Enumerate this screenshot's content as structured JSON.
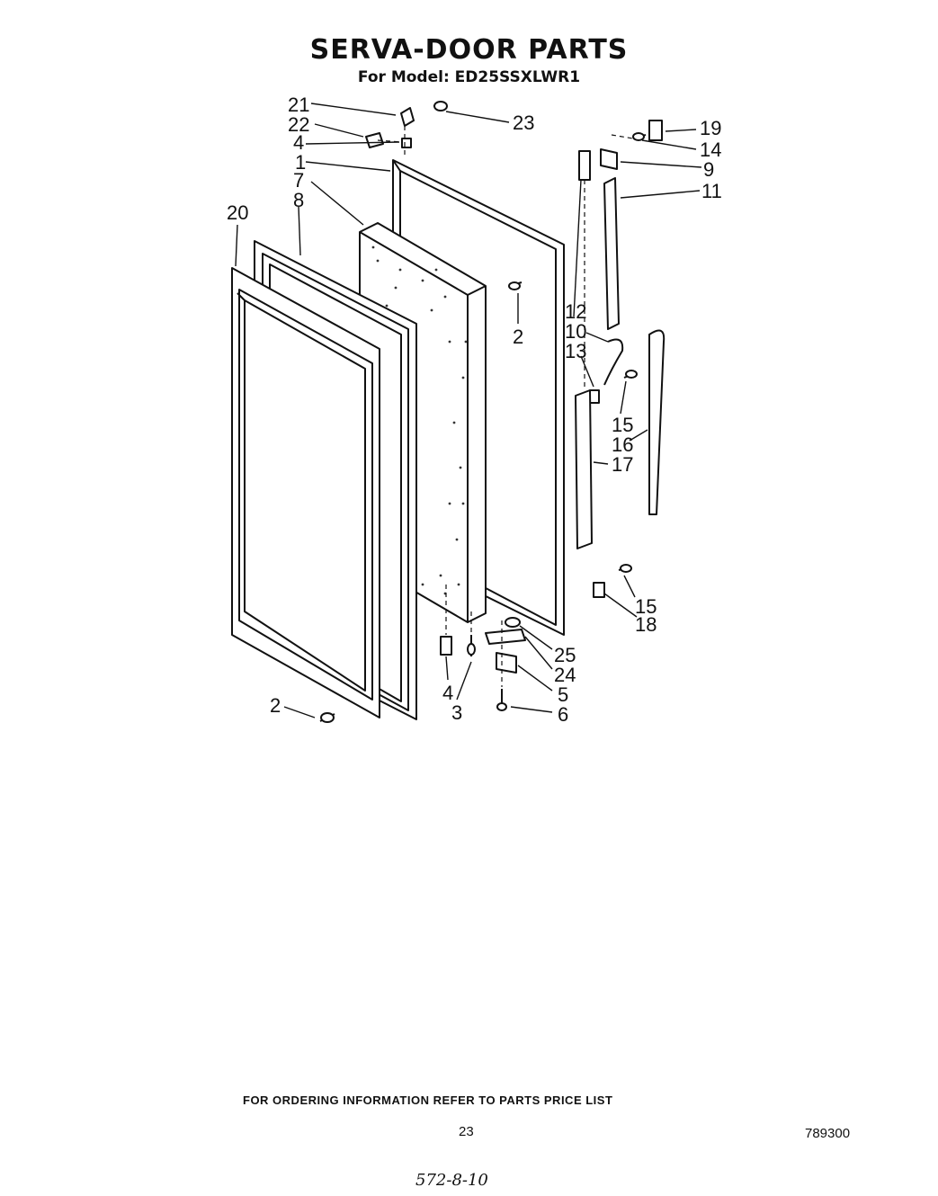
{
  "header": {
    "title": "SERVA-DOOR PARTS",
    "subtitle": "For Model: ED25SSXLWR1"
  },
  "callouts": {
    "c21": "21",
    "c22": "22",
    "c23": "23",
    "c4a": "4",
    "c1": "1",
    "c7": "7",
    "c8": "8",
    "c20": "20",
    "c19": "19",
    "c14": "14",
    "c9": "9",
    "c11": "11",
    "c2a": "2",
    "c12": "12",
    "c10": "10",
    "c13": "13",
    "c15a": "15",
    "c16": "16",
    "c17": "17",
    "c15b": "15",
    "c18": "18",
    "c25": "25",
    "c24": "24",
    "c5": "5",
    "c6": "6",
    "c4b": "4",
    "c3": "3",
    "c2b": "2"
  },
  "footer": {
    "ordering_info": "FOR ORDERING INFORMATION REFER TO PARTS PRICE LIST",
    "page_number": "23",
    "doc_number": "789300",
    "handwritten_note": "572-8-10"
  }
}
